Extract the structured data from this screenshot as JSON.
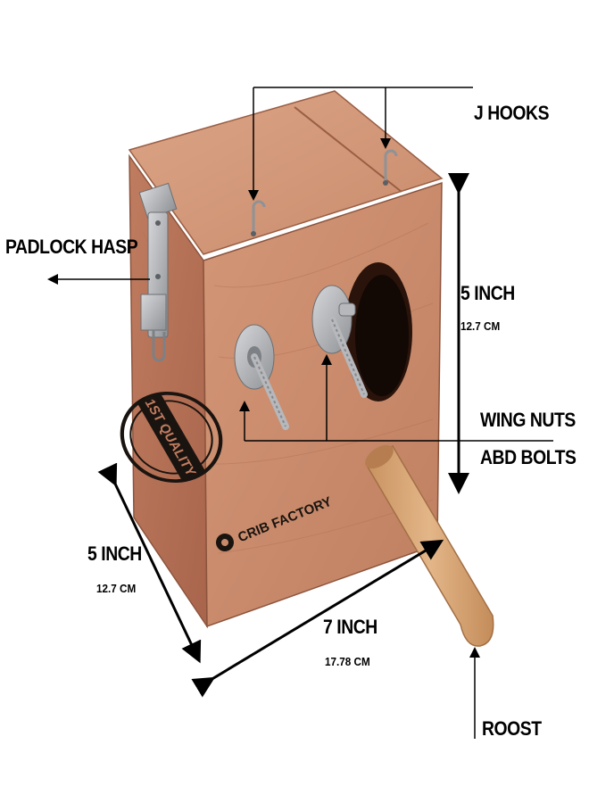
{
  "labels": {
    "j_hooks": "J HOOKS",
    "padlock_hasp": "PADLOCK HASP",
    "height_inch": "5 INCH",
    "height_cm": "12.7 CM",
    "wing_nuts": "WING NUTS",
    "abd_bolts": "ABD BOLTS",
    "depth_inch": "5 INCH",
    "depth_cm": "12.7 CM",
    "width_inch": "7 INCH",
    "width_cm": "17.78 CM",
    "roost": "ROOST"
  },
  "stamps": {
    "quality": "1ST QUALITY",
    "brand": "CRIB FACTORY"
  },
  "colors": {
    "wood_front": "#c98a6a",
    "wood_side": "#b87258",
    "wood_top": "#d49a7c",
    "hole": "#2a130a",
    "metal": "#a7a9ad",
    "perch": "#d9a676",
    "ink": "#1a1410"
  }
}
